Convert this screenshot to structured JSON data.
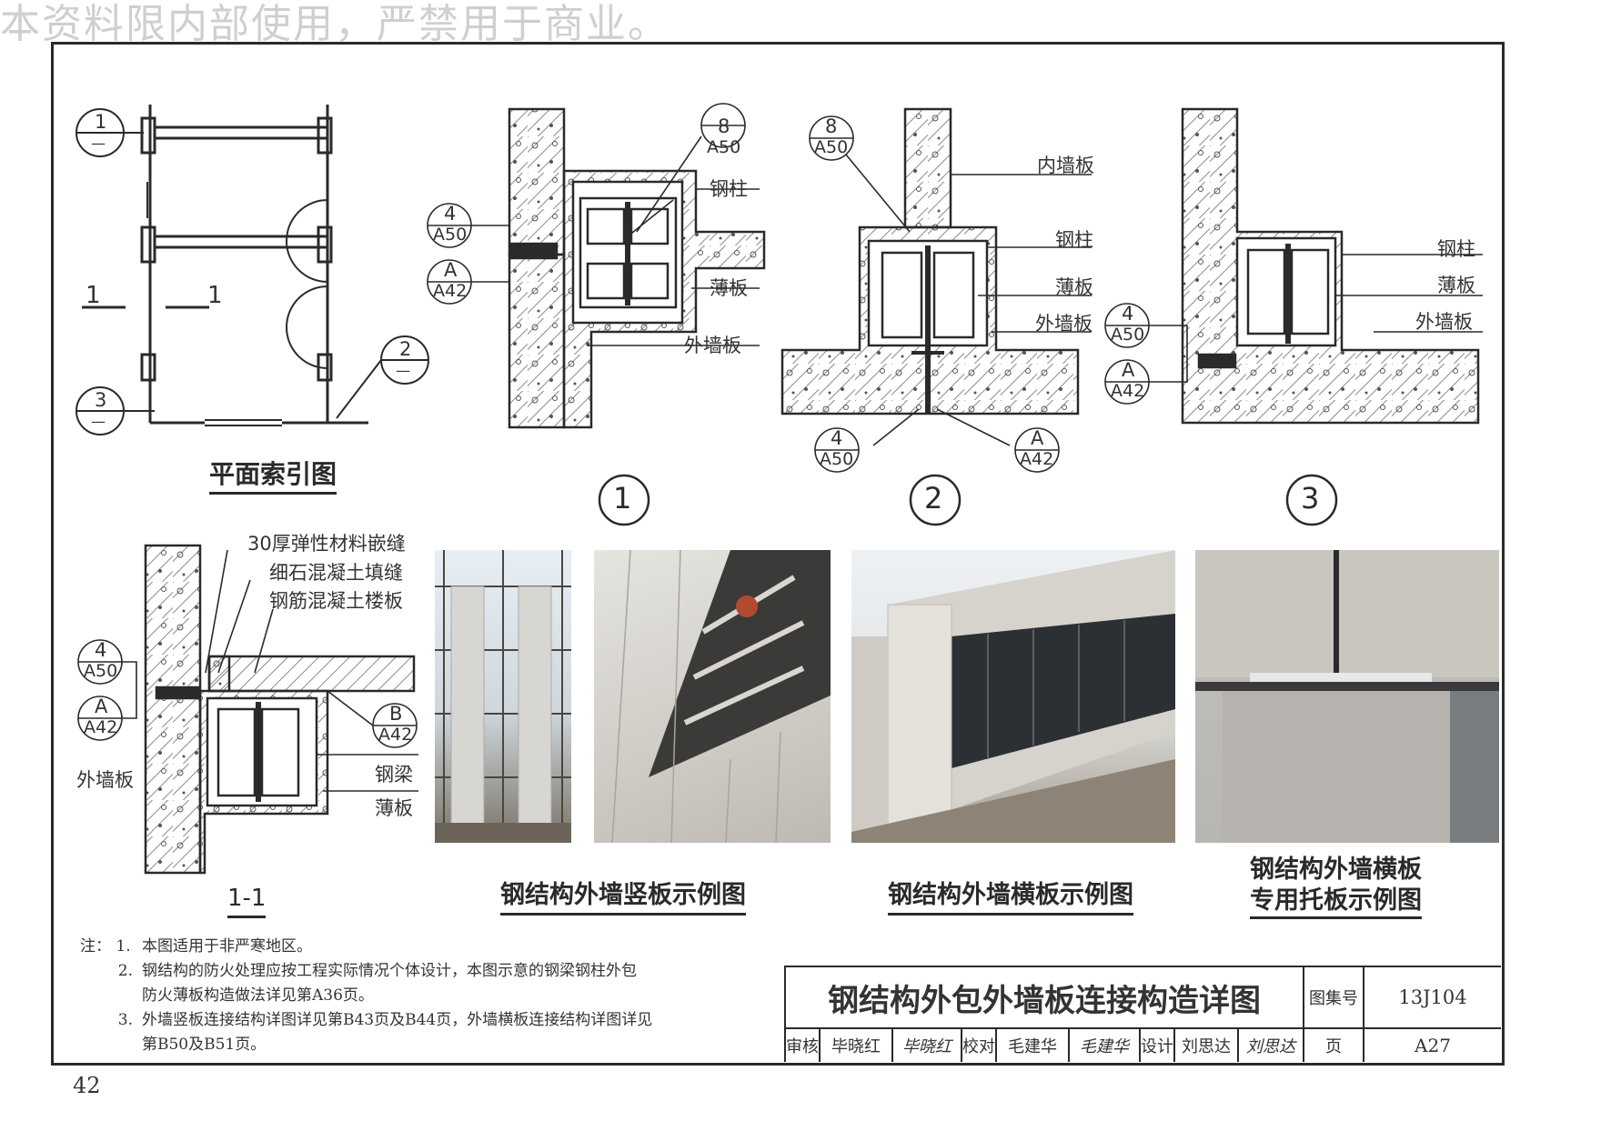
{
  "watermark": "本资料限内部使用，严禁用于商业。",
  "page_number": "42",
  "plan": {
    "title": "平面索引图",
    "section_mark_left": "1",
    "section_mark_right": "1",
    "idx1_top": "1",
    "idx1_bot": "—",
    "idx2_top": "2",
    "idx2_bot": "—",
    "idx3_top": "3",
    "idx3_bot": "—"
  },
  "detail1": {
    "number": "1",
    "ref_a_top": "8",
    "ref_a_bot": "A50",
    "ref_b_top": "4",
    "ref_b_bot": "A50",
    "ref_c_top": "A",
    "ref_c_bot": "A42",
    "label_column": "钢柱",
    "label_thin": "薄板",
    "label_outer": "外墙板"
  },
  "detail2": {
    "number": "2",
    "ref_a_top": "8",
    "ref_a_bot": "A50",
    "ref_b_top": "4",
    "ref_b_bot": "A50",
    "ref_c_top": "A",
    "ref_c_bot": "A42",
    "label_inner": "内墙板",
    "label_column": "钢柱",
    "label_thin": "薄板",
    "label_outer": "外墙板"
  },
  "detail3": {
    "number": "3",
    "ref_b_top": "4",
    "ref_b_bot": "A50",
    "ref_c_top": "A",
    "ref_c_bot": "A42",
    "label_column": "钢柱",
    "label_thin": "薄板",
    "label_outer": "外墙板"
  },
  "section11": {
    "title": "1-1",
    "label_joint": "30厚弹性材料嵌缝",
    "label_fill": "细石混凝土填缝",
    "label_slab": "钢筋混凝土楼板",
    "label_outer": "外墙板",
    "label_beam": "钢梁",
    "label_thin": "薄板",
    "ref_b_top": "4",
    "ref_b_bot": "A50",
    "ref_c_top": "A",
    "ref_c_bot": "A42",
    "ref_d_top": "B",
    "ref_d_bot": "A42"
  },
  "photos": {
    "caption_vertical": "钢结构外墙竖板示例图",
    "caption_horizontal": "钢结构外墙横板示例图",
    "caption_bracket_line1": "钢结构外墙横板",
    "caption_bracket_line2": "专用托板示例图"
  },
  "notes": {
    "prefix": "注：",
    "n1_no": "1.",
    "n1": "本图适用于非严寒地区。",
    "n2_no": "2.",
    "n2a": "钢结构的防火处理应按工程实际情况个体设计，本图示意的钢梁钢柱外包",
    "n2b": "防火薄板构造做法详见第A36页。",
    "n3_no": "3.",
    "n3a": "外墙竖板连接结构详图详见第B43页及B44页，外墙横板连接结构详图详见",
    "n3b": "第B50及B51页。"
  },
  "title_block": {
    "title": "钢结构外包外墙板连接构造详图",
    "atlas_label": "图集号",
    "atlas_value": "13J104",
    "page_label": "页",
    "page_value": "A27",
    "review_label": "审核",
    "review_name": "毕晓红",
    "review_sign": "毕晓红",
    "check_label": "校对",
    "check_name": "毛建华",
    "check_sign": "毛建华",
    "design_label": "设计",
    "design_name": "刘思达",
    "design_sign": "刘思达"
  },
  "colors": {
    "line": "#2a2a2a",
    "hatch": "#555555",
    "photo_concrete": "#c9c6c0",
    "photo_dark": "#2c2f33"
  }
}
